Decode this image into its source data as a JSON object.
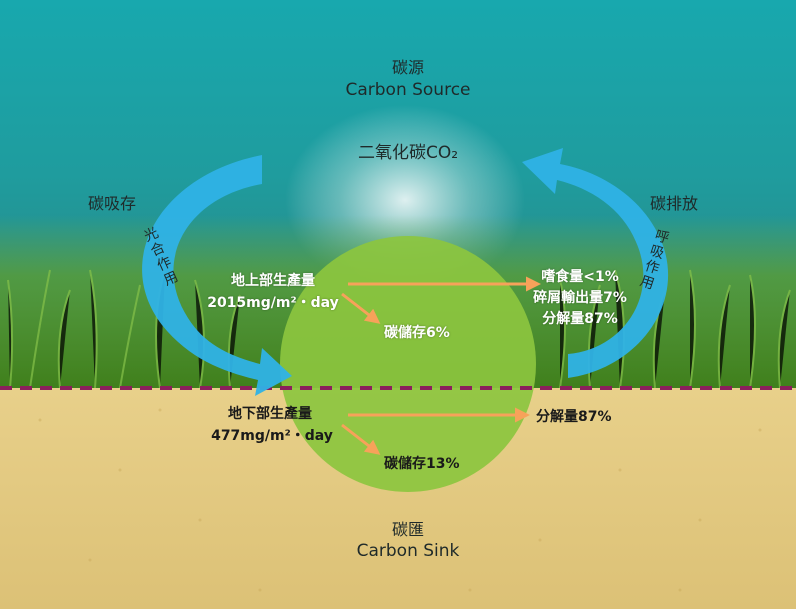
{
  "source": {
    "zh": "碳源",
    "en": "Carbon Source",
    "co2_label": "二氧化碳CO₂"
  },
  "left_cycle": {
    "title": "碳吸存",
    "arrow_label": "光合作用"
  },
  "right_cycle": {
    "title": "碳排放",
    "arrow_label": "呼吸作用"
  },
  "above_ground": {
    "label": "地上部生產量",
    "value": "2015mg/m²・day",
    "storage": "碳儲存6%",
    "outputs": [
      "嗜食量<1%",
      "碎屑輸出量7%",
      "分解量87%"
    ]
  },
  "below_ground": {
    "label": "地下部生產量",
    "value": "477mg/m²・day",
    "storage": "碳儲存13%",
    "output": "分解量87%"
  },
  "sink": {
    "zh": "碳匯",
    "en": "Carbon Sink"
  },
  "colors": {
    "water_top": "#1aa9b0",
    "water_mid": "#2b8a86",
    "seagrass": "#4f9a23",
    "sand": "#e2c87a",
    "circle": "#8cc63f",
    "cycle_arrow": "#2fb2e6",
    "flow_arrow": "#f7a25a",
    "dashed_line": "#8b1f5c"
  }
}
